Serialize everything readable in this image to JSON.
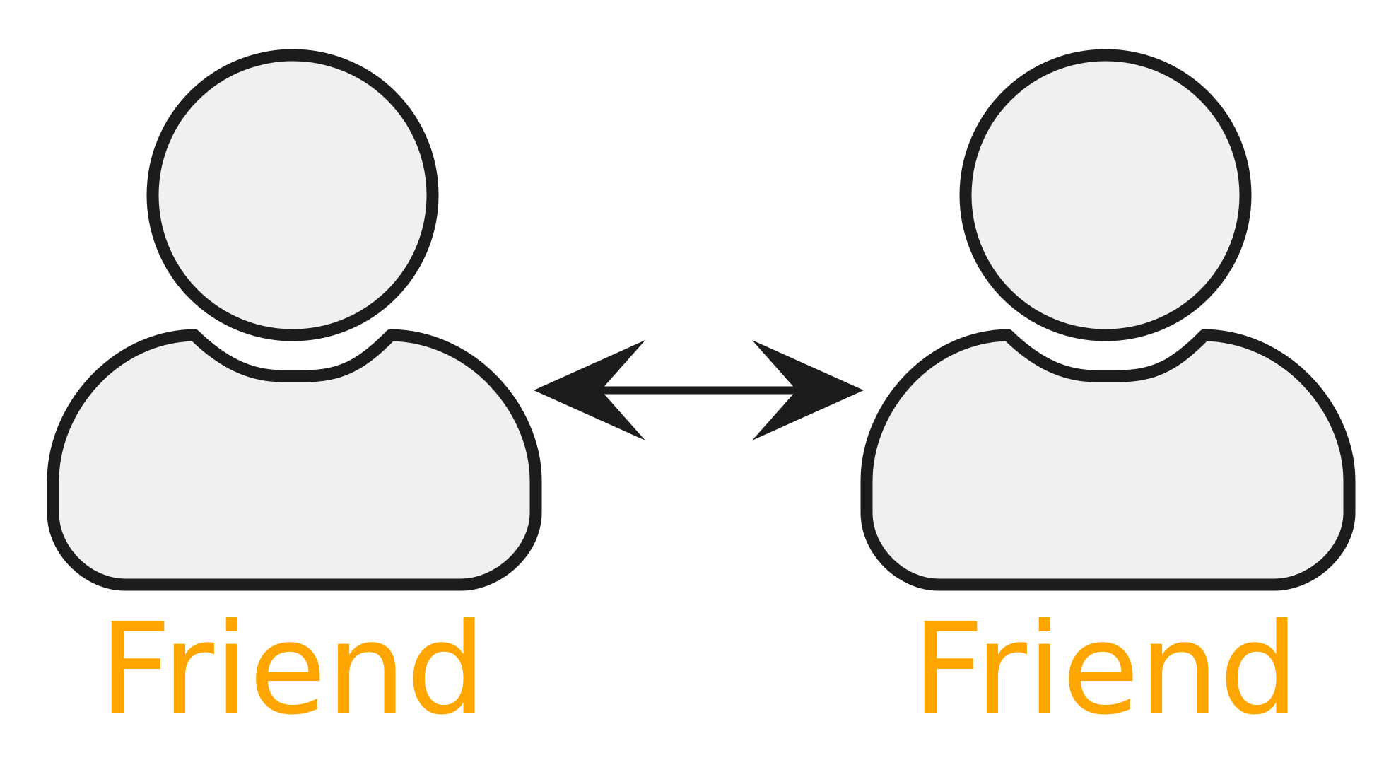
{
  "diagram": {
    "left_person": {
      "label": "Friend",
      "icon": "person-icon"
    },
    "right_person": {
      "label": "Friend",
      "icon": "person-icon"
    },
    "connector": {
      "icon": "double-headed-arrow-icon",
      "direction": "bidirectional"
    }
  },
  "colors": {
    "outline": "#1c1c1c",
    "fill": "#f0f0f0",
    "label": "#ffa500",
    "background": "#ffffff"
  }
}
